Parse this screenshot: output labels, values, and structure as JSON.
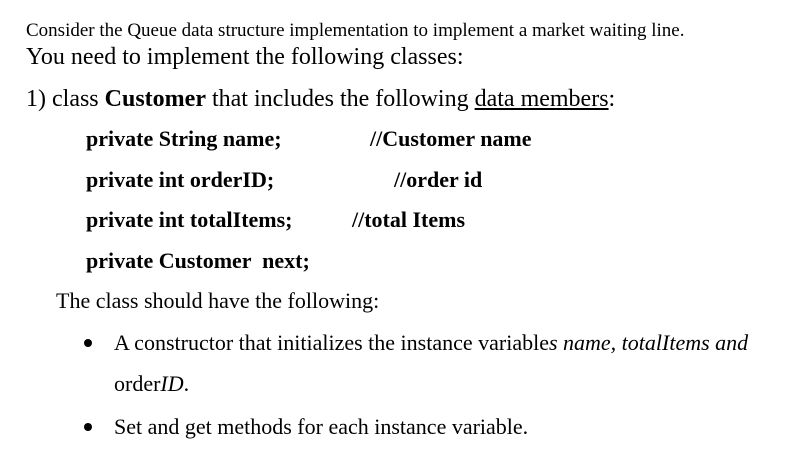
{
  "intro": {
    "line1": "Consider the Queue data structure implementation to implement a market waiting line.",
    "line2": "You need to implement the following classes:"
  },
  "section1": {
    "prefix": "1) class ",
    "class_name": "Customer",
    "middle": " that includes the following ",
    "underlined": "data members",
    "suffix": ":"
  },
  "fields": [
    {
      "decl": "private String name;",
      "comment": "//Customer name"
    },
    {
      "decl": "private int orderID;",
      "comment": "//order id"
    },
    {
      "decl": "private int totalItems;",
      "comment": "//total Items"
    },
    {
      "decl": "private Customer  next;",
      "comment": ""
    }
  ],
  "requirements": {
    "intro": "The class should have the following:",
    "bullet1": {
      "text": "A constructor that initializes the instance variable",
      "italic": "s name, totalItems and",
      "cont_plain": "order",
      "cont_italic": "ID",
      "cont_end": "."
    },
    "bullet2": "Set and get methods for each instance variable."
  }
}
